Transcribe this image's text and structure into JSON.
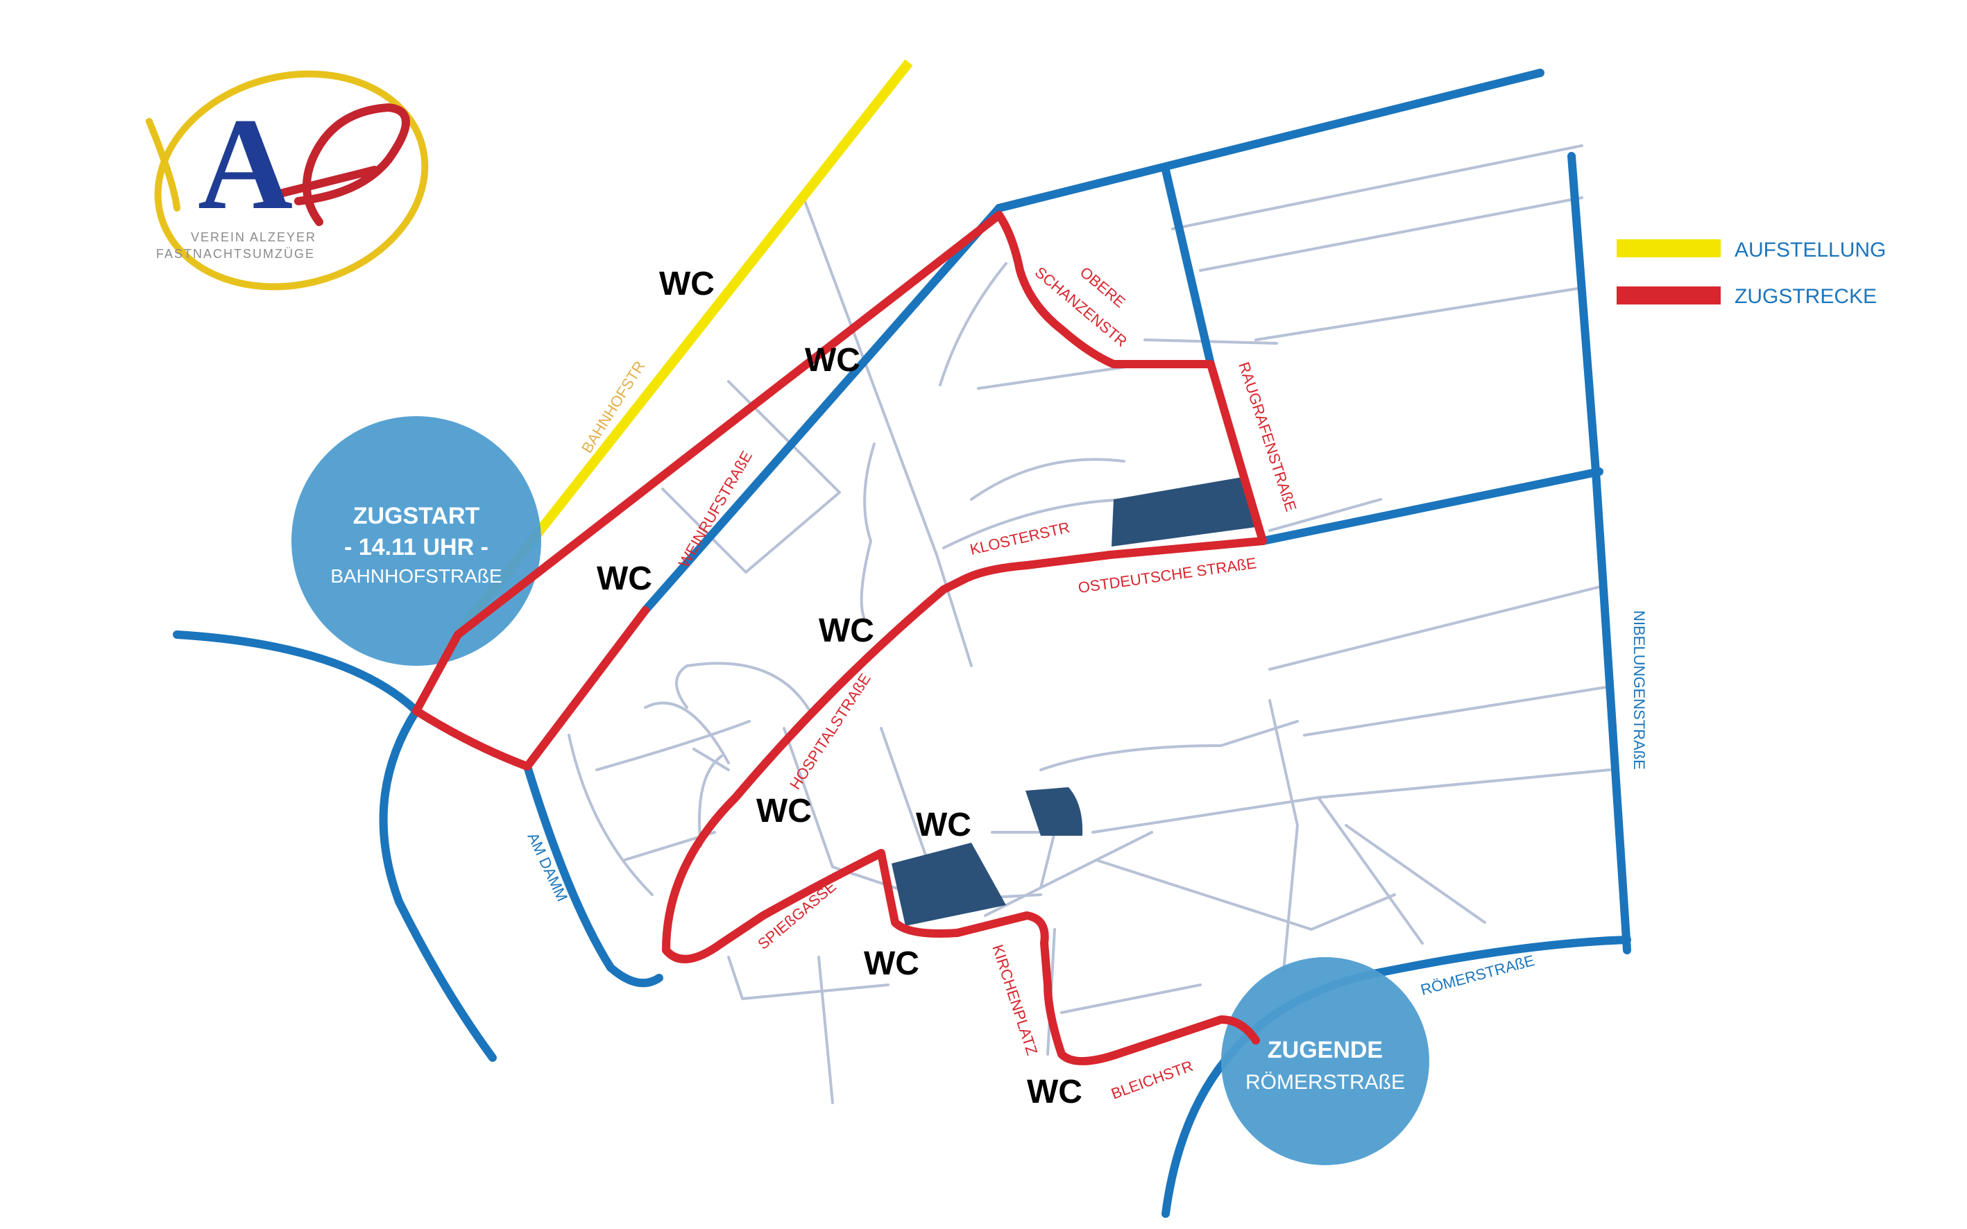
{
  "colors": {
    "route": "#d7262e",
    "main_road": "#1b75bc",
    "staging": "#f4e500",
    "side_street": "#b7c1d6",
    "circle": "#4f9dd0",
    "building": "#2b5179"
  },
  "logo": {
    "initials": "A",
    "line1": "VEREIN ALZEYER",
    "line2": "FASTNACHTSUMZÜGE"
  },
  "legend": {
    "aufstellung": "AUFSTELLUNG",
    "zugstrecke": "ZUGSTRECKE"
  },
  "start": {
    "title": "ZUGSTART",
    "time": "- 14.11 UHR -",
    "street": "BAHNHOFSTRAßE"
  },
  "end": {
    "title": "ZUGENDE",
    "street": "RÖMERSTRAßE"
  },
  "streets": {
    "bahnhofstr": "BAHNHOFSTR",
    "weinrufstrasse": "WEINRUFSTRAßE",
    "obere": "OBERE",
    "schanzenstr": "SCHANZENSTR",
    "raugrafenstrasse": "RAUGRAFENSTRAßE",
    "klosterstr": "KLOSTERSTR",
    "ostdeutsche": "OSTDEUTSCHE STRAßE",
    "hospitalstrasse": "HOSPITALSTRAßE",
    "spiessgasse": "SPIEßGASSE",
    "kirchenplatz": "KIRCHENPLATZ",
    "bleichstr": "BLEICHSTR",
    "roemerstrasse": "RÖMERSTRAßE",
    "nibelungenstrasse": "NIBELUNGENSTRAßE",
    "am_damm": "AM DAMM"
  },
  "wc": [
    "WC",
    "WC",
    "WC",
    "WC",
    "WC",
    "WC",
    "WC",
    "WC"
  ]
}
